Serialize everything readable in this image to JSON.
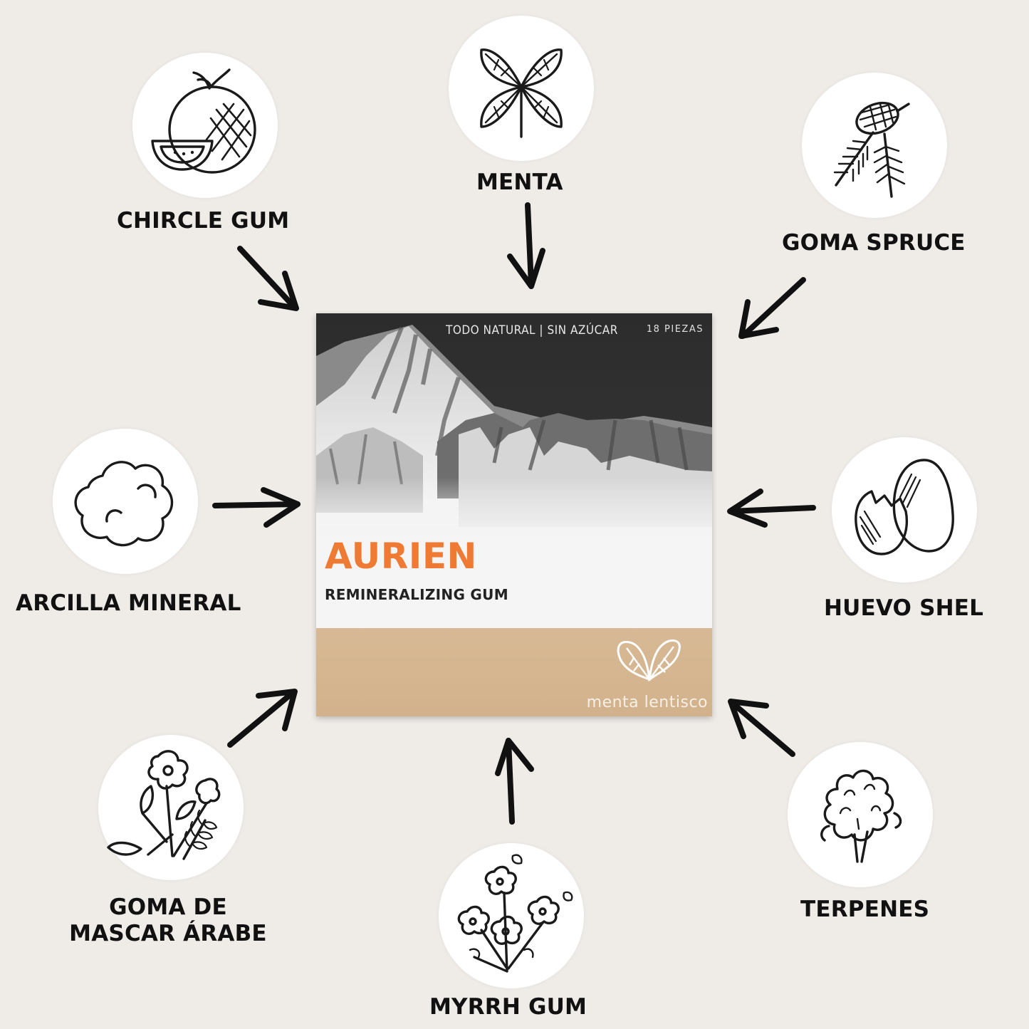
{
  "ingredients": [
    {
      "label": "CHIRCLE GUM",
      "icon": "melon-icon"
    },
    {
      "label": "MENTA",
      "icon": "mint-leaves-icon"
    },
    {
      "label": "GOMA SPRUCE",
      "icon": "spruce-cone-icon"
    },
    {
      "label": "ARCILLA MINERAL",
      "icon": "clay-cloud-icon"
    },
    {
      "label": "HUEVO SHEL",
      "icon": "eggshell-icon"
    },
    {
      "label_line1": "GOMA DE",
      "label_line2": "MASCAR ÁRABE",
      "icon": "flower-bouquet-icon"
    },
    {
      "label": "MYRRH GUM",
      "icon": "myrrh-flowers-icon"
    },
    {
      "label": "TERPENES",
      "icon": "terpene-plant-icon"
    }
  ],
  "product": {
    "top_text": "TODO NATURAL | SIN AZÚCAR",
    "pieces": "18 PIEZAS",
    "brand": "AURIEN",
    "subtitle": "REMINERALIZING GUM",
    "maker": "menta lentisco",
    "brand_color": "#ee7a34",
    "photo": "snowy-mountain-photo",
    "maker_logo": "mint-leaf-logo-icon"
  },
  "colors": {
    "background": "#efece8",
    "text": "#111111",
    "kraft": "#d4b48e"
  }
}
